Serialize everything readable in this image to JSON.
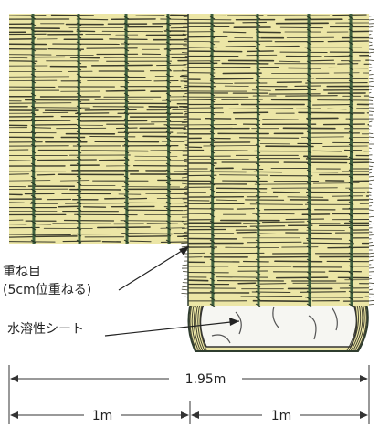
{
  "colors": {
    "mat": "#ECE6A6",
    "straw": "#3C3C2C",
    "rope": "#3E5F3E",
    "sheet": "#F6F6F2",
    "ink": "#222222"
  },
  "labels": {
    "overlap_line1": "重ね目",
    "overlap_line2": "(5cm位重ねる)",
    "sheet": "水溶性シート"
  },
  "dimensions": {
    "total": "1.95m",
    "left": "1m",
    "right": "1m"
  }
}
